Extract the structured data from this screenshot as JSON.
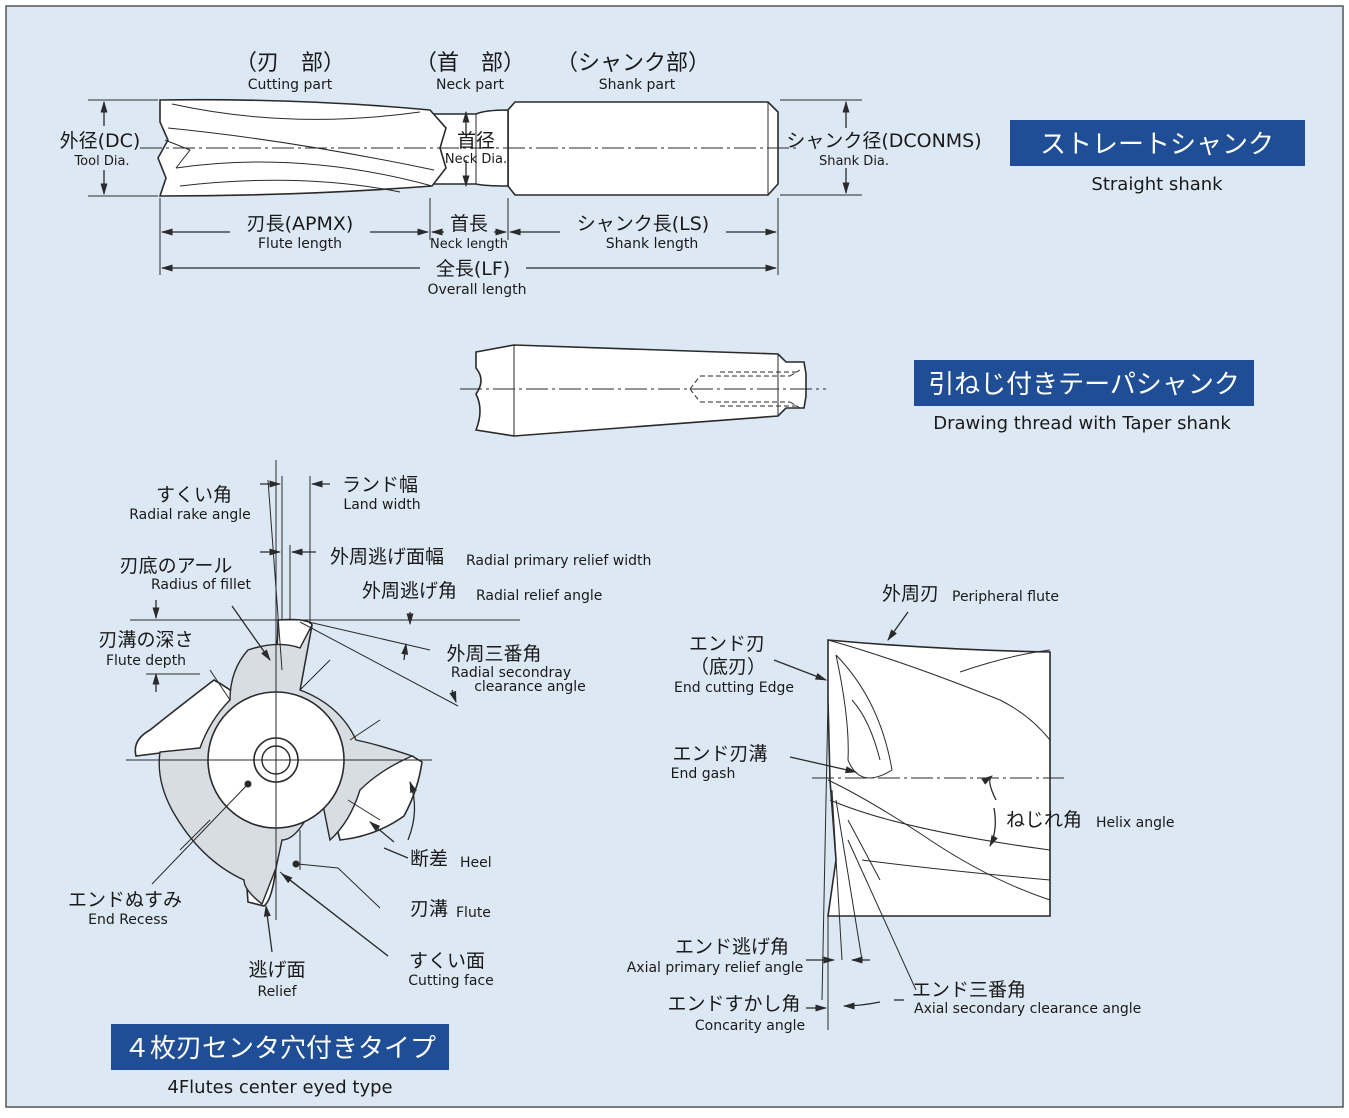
{
  "colors": {
    "background": "#dde8f5",
    "badge": "#1f4e96",
    "frame": "#555555"
  },
  "straight": {
    "parts": {
      "cutting_jp": "（刃　部）",
      "cutting_en": "Cutting part",
      "neck_jp": "（首　部）",
      "neck_en": "Neck part",
      "shank_jp": "（シャンク部）",
      "shank_en": "Shank part"
    },
    "dims": {
      "dc_jp": "外径(DC)",
      "dc_en": "Tool Dia.",
      "neck_dia_jp": "首径",
      "neck_dia_en": "Neck Dia.",
      "shank_dia_jp": "シャンク径(DCONMS)",
      "shank_dia_en": "Shank Dia.",
      "flute_len_jp": "刃長(APMX)",
      "flute_len_en": "Flute length",
      "neck_len_jp": "首長",
      "neck_len_en": "Neck length",
      "shank_len_jp": "シャンク長(LS)",
      "shank_len_en": "Shank length",
      "overall_jp": "全長(LF)",
      "overall_en": "Overall length"
    },
    "badge": "ストレートシャンク",
    "badge_sub": "Straight shank"
  },
  "taper": {
    "badge": "引ねじ付きテーパシャンク",
    "badge_sub": "Drawing thread with Taper shank"
  },
  "cross_section": {
    "labels": {
      "rake_jp": "すくい角",
      "rake_en": "Radial rake angle",
      "land_jp": "ランド幅",
      "land_en": "Land width",
      "primary_width_jp": "外周逃げ面幅",
      "primary_width_en": "Radial primary relief width",
      "fillet_jp": "刃底のアール",
      "fillet_en": "Radius of fillet",
      "relief_angle_jp": "外周逃げ角",
      "relief_angle_en": "Radial relief angle",
      "depth_jp": "刃溝の深さ",
      "depth_en": "Flute depth",
      "secondary_jp": "外周三番角",
      "secondary_en1": "Radial secondray",
      "secondary_en2": "clearance angle",
      "heel_jp": "断差",
      "heel_en": "Heel",
      "flute_jp": "刃溝",
      "flute_en": "Flute",
      "recess_jp": "エンドぬすみ",
      "recess_en": "End Recess",
      "relief_jp": "逃げ面",
      "relief_en": "Relief",
      "face_jp": "すくい面",
      "face_en": "Cutting face"
    },
    "badge": "４枚刃センタ穴付きタイプ",
    "badge_sub": "4Flutes center eyed type"
  },
  "side_view": {
    "labels": {
      "peripheral_jp": "外周刃",
      "peripheral_en": "Peripheral flute",
      "end_edge_jp1": "エンド刃",
      "end_edge_jp2": "（底刃）",
      "end_edge_en": "End cutting Edge",
      "gash_jp": "エンド刃溝",
      "gash_en": "End gash",
      "helix_jp": "ねじれ角",
      "helix_en": "Helix angle",
      "axial_relief_jp": "エンド逃げ角",
      "axial_relief_en": "Axial primary relief angle",
      "axial_secondary_jp": "エンド三番角",
      "axial_secondary_en": "Axial secondary clearance angle",
      "concavity_jp": "エンドすかし角",
      "concavity_en": "Concarity angle"
    }
  }
}
